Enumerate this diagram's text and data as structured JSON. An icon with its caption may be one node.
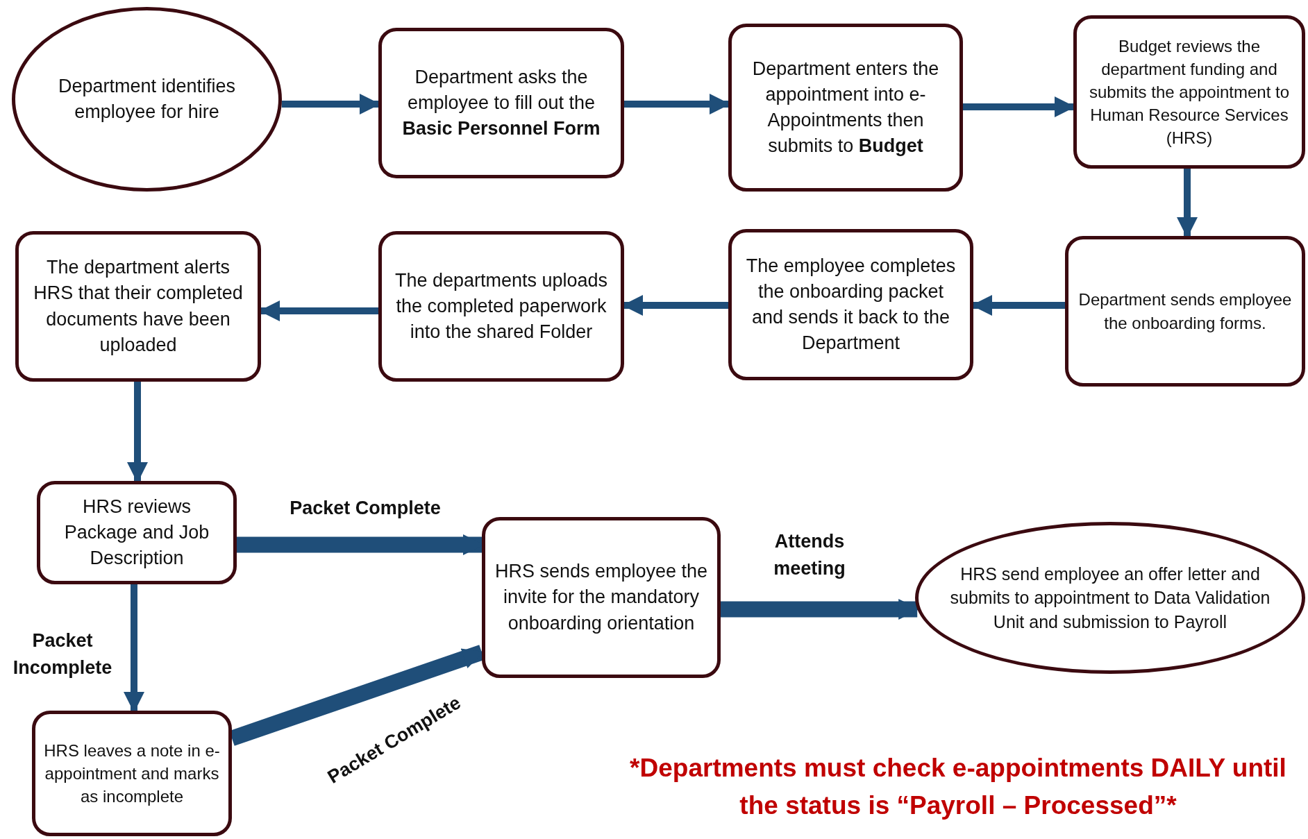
{
  "diagram": {
    "nodes": [
      {
        "text": [
          "Department identifies employee for hire"
        ]
      },
      {
        "text": [
          "Department asks the employee to fill out the **Basic Personnel Form**"
        ]
      },
      {
        "text": [
          "Department enters the appointment into e-Appointments then submits to **Budget**"
        ]
      },
      {
        "text": [
          "Budget reviews the department funding and submits the appointment to Human Resource Services (HRS)"
        ]
      },
      {
        "text": [
          "Department sends employee the onboarding forms."
        ]
      },
      {
        "text": [
          "The employee completes the onboarding packet and sends it back to the Department"
        ]
      },
      {
        "text": [
          "The departments uploads the completed paperwork into the shared Folder"
        ]
      },
      {
        "text": [
          "The department alerts HRS that their completed documents have been uploaded"
        ]
      },
      {
        "text": [
          "HRS reviews Package and Job Description"
        ]
      },
      {
        "text": [
          "HRS sends employee the invite for the mandatory onboarding orientation"
        ]
      },
      {
        "text": [
          "HRS send employee an offer letter and submits to appointment to Data Validation Unit and submission to Payroll"
        ]
      },
      {
        "text": [
          "HRS leaves a note in e-appointment and marks as incomplete"
        ]
      }
    ],
    "edges": [
      {
        "from": 0,
        "to": 1,
        "arrow": "to"
      },
      {
        "from": 1,
        "to": 2,
        "arrow": "to"
      },
      {
        "from": 2,
        "to": 3,
        "arrow": "to"
      },
      {
        "from": 3,
        "to": 4,
        "arrow": "to"
      },
      {
        "from": 4,
        "to": 5,
        "arrow": "to"
      },
      {
        "from": 5,
        "to": 6,
        "arrow": "to"
      },
      {
        "from": 6,
        "to": 7,
        "arrow": "to"
      },
      {
        "from": 7,
        "to": 8,
        "arrow": "to"
      },
      {
        "from": 8,
        "to": 9,
        "arrow": "to",
        "label": "Packet Complete",
        "style": "thick"
      },
      {
        "from": 9,
        "to": 10,
        "arrow": "to",
        "label": "Attends meeting",
        "style": "thick"
      },
      {
        "from": 8,
        "to": 11,
        "arrow": "to",
        "label": "Packet Incomplete"
      },
      {
        "from": 11,
        "to": 9,
        "arrow": "to",
        "label": "Packet Complete",
        "style": "thick"
      }
    ],
    "labels": [
      "*Departments must check e-appointments DAILY until the status is “Payroll – Processed”*"
    ]
  }
}
